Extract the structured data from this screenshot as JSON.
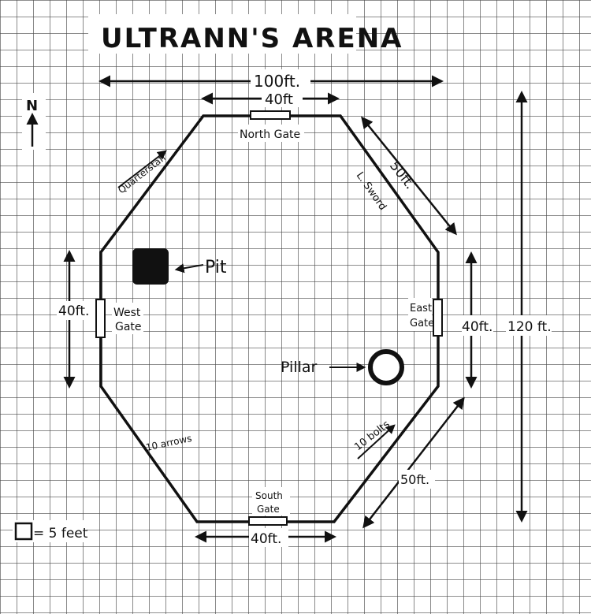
{
  "map": {
    "title": "ULTRANN'S ARENA",
    "compass_label": "N",
    "measurements": {
      "top_width": "100ft.",
      "north_wall": "40ft",
      "ne_wall": "50ft.",
      "east_wall": "40ft.",
      "total_height": "120 ft.",
      "west_wall": "40ft.",
      "se_wall": "50ft.",
      "south_wall": "40ft."
    },
    "gates": {
      "north": "North Gate",
      "south_line1": "South",
      "south_line2": "Gate",
      "west_line1": "West",
      "west_line2": "Gate",
      "east_line1": "East",
      "east_line2": "Gate"
    },
    "features": {
      "pit": "Pit",
      "pillar": "Pillar"
    },
    "items": {
      "quarterstaff": "Quarterstaff",
      "long_sword": "L. Sword",
      "arrows": "10 arrows",
      "bolts": "10 bolts"
    },
    "scale": "= 5 feet",
    "colors": {
      "ink": "#111111",
      "grid": "#4a4a4a",
      "paper": "#ffffff"
    }
  }
}
